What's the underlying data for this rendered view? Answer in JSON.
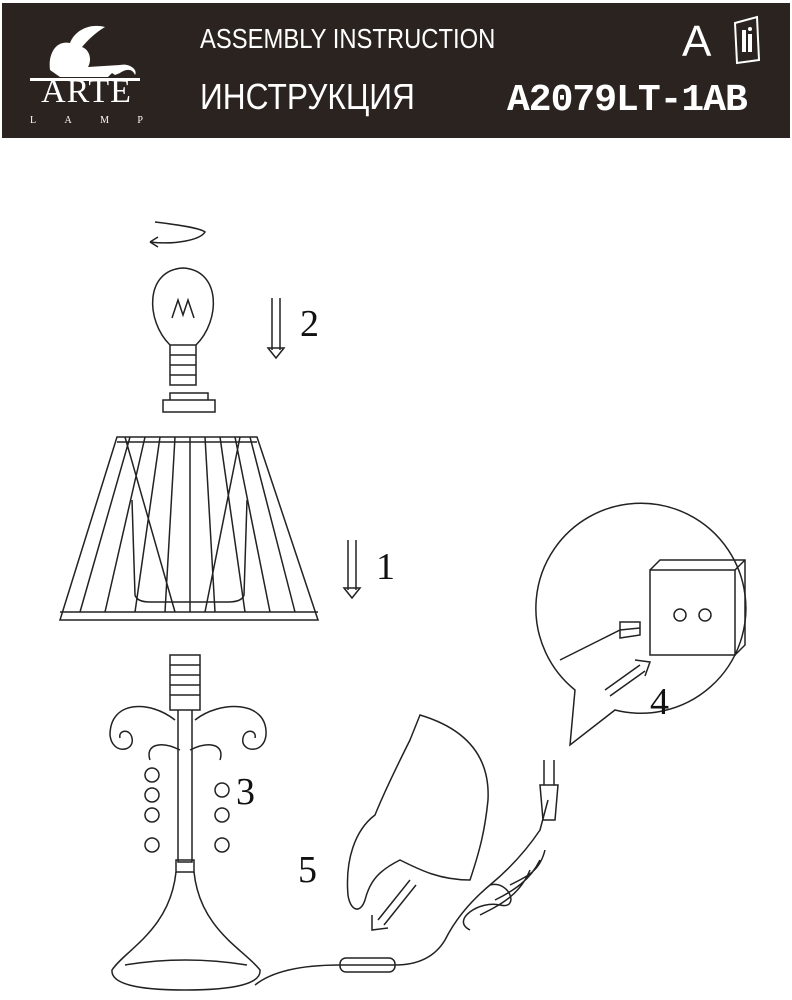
{
  "header": {
    "brand": "ARTE",
    "brand_sub": [
      "L",
      "A",
      "M",
      "P"
    ],
    "title_en": "ASSEMBLY INSTRUCTION",
    "title_ru": "ИНСТРУКЦИЯ",
    "language": "A",
    "model": "A2079LT-1AB",
    "icons": [
      "lion-logo-icon",
      "manual-book-icon"
    ]
  },
  "steps": [
    "1",
    "2",
    "3",
    "4",
    "5"
  ]
}
